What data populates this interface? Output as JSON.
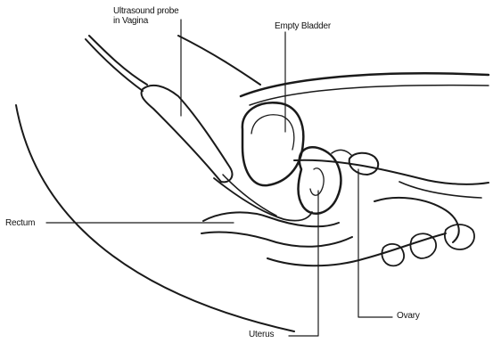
{
  "labels": {
    "probe_line1": "Ultrasound probe",
    "probe_line2": "in Vagina",
    "bladder": "Empty Bladder",
    "rectum": "Rectum",
    "ovary": "Ovary",
    "uterus": "Uterus"
  }
}
